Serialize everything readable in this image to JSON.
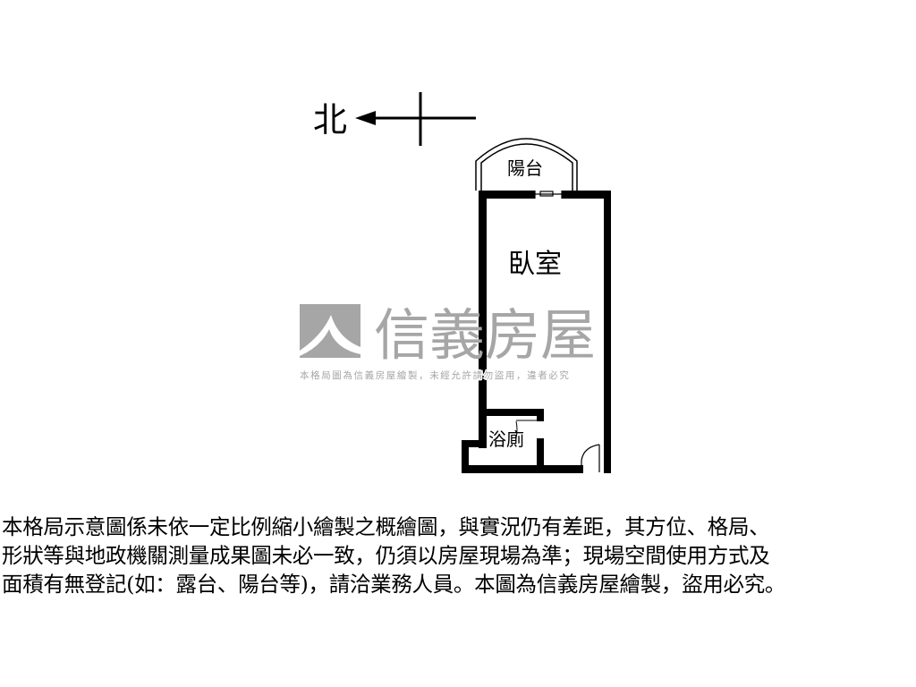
{
  "compass": {
    "label": "北",
    "icon": "north-arrow-icon"
  },
  "rooms": {
    "balcony": "陽台",
    "bedroom": "臥室",
    "bathroom": "浴廁"
  },
  "watermark": {
    "brand": "信義房屋",
    "notice": "本格局圖為信義房屋繪製，未經允許請勿盜用，違者必究",
    "color": "#a6a6a6"
  },
  "disclaimer": {
    "lines": [
      "本格局示意圖係未依一定比例縮小繪製之概繪圖，與實況仍有差距，其方位、格局、",
      "形狀等與地政機關測量成果圖未必一致，仍須以房屋現場為準；現場空間使用方式及",
      "面積有無登記(如：露台、陽台等)，請洽業務人員。本圖為信義房屋繪製，盜用必究。"
    ]
  }
}
